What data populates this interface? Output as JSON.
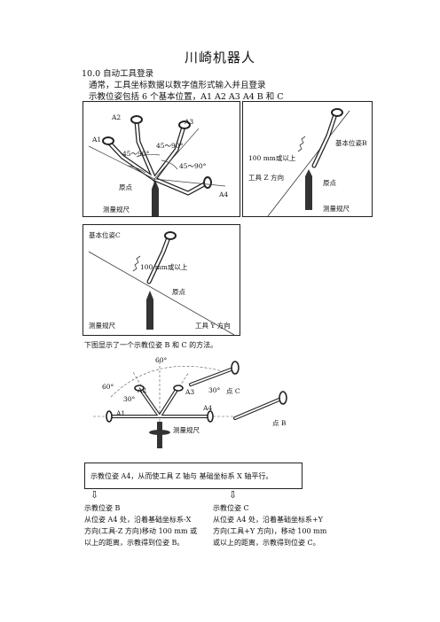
{
  "doc": {
    "title": "川崎机器人",
    "section": "10.0 自动工具登录",
    "line1": "通常，工具坐标数据以数字值形式输入并且登录",
    "line2": "示教位姿包括 6 个基本位置，A1 A2 A3 A4 B 和 C"
  },
  "fig1": {
    "a1": "A1",
    "a2": "A2",
    "a3": "A3",
    "a4": "A4",
    "ang1": "45～90°",
    "ang2": "45～90°",
    "ang3": "45～90°",
    "origin": "原点",
    "gauge": "测量规尺"
  },
  "fig2": {
    "pose": "基本位姿B",
    "dist": "100 mm或以上",
    "dir": "工具 Z 方向",
    "origin": "原点",
    "gauge": "测量规尺"
  },
  "fig3": {
    "pose": "基本位姿C",
    "dist": "100 mm或以上",
    "origin": "原点",
    "gauge": "测量规尺",
    "dir": "工具 Y 方向"
  },
  "caption": "下图显示了一个示教位姿 B 和 C 的方法。",
  "fig4": {
    "ang60a": "60°",
    "ang60b": "60°",
    "ang30a": "30°",
    "ang30b": "30°",
    "a1": "A1",
    "a2": "A2",
    "a3": "A3",
    "a4": "A4",
    "pc": "点 C",
    "pb": "点 B",
    "gauge": "测量规尺"
  },
  "box_note": "示教位姿 A4，从而使工具 Z 轴与 基础坐标系 X 轴平行。",
  "arrows": {
    "left": "⇩",
    "right": "⇩"
  },
  "left_text": {
    "l1": "示教位姿 B",
    "l2": "从位姿 A4 处，沿着基础坐标系-X",
    "l3": "方向(工具-Z 方向)移动 100 mm 或",
    "l4": "以上的距离，示教得到位姿 B。"
  },
  "right_text": {
    "l1": "示教位姿 C",
    "l2": "从位姿 A4 处，沿着基础坐标系+Y",
    "l3": "方向(工具+Y 方向)，移动 100 mm",
    "l4": "或以上的距离，示教得到位姿 C。"
  }
}
